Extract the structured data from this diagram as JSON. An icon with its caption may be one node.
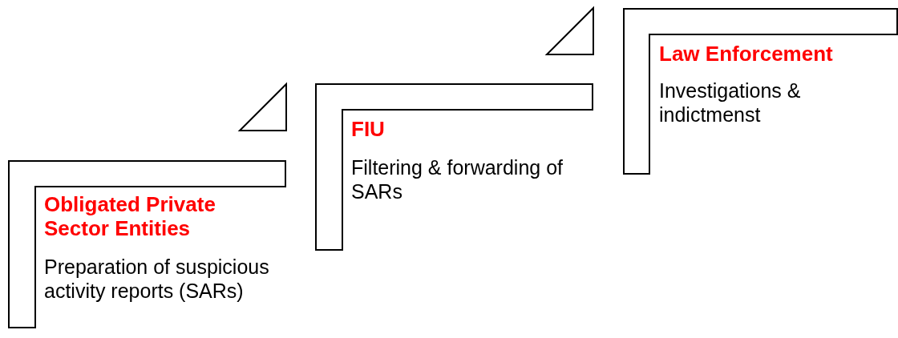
{
  "diagram": {
    "nodes": [
      {
        "text": [
          "Obligated Private Sector Entities",
          "Preparation of suspicious activity reports (SARs)"
        ]
      },
      {
        "text": [
          "FIU",
          "Filtering & forwarding of SARs"
        ]
      },
      {
        "text": [
          "Law Enforcement",
          "Investigations & indictmenst"
        ]
      }
    ]
  }
}
